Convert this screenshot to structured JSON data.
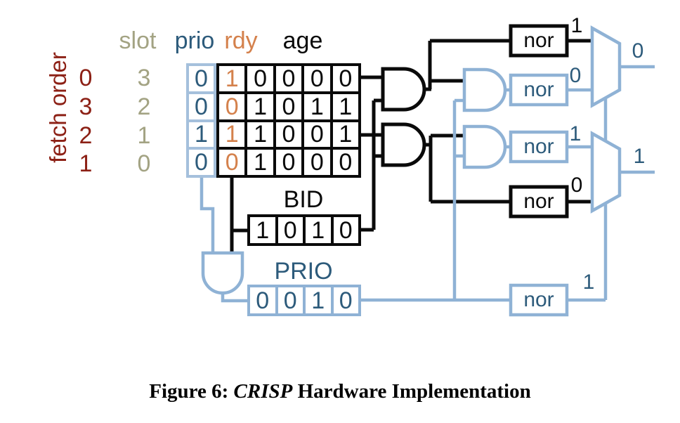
{
  "figure": {
    "fetch_order_label": "fetch order",
    "headers": {
      "slot": "slot",
      "prio": "prio",
      "rdy": "rdy",
      "age": "age"
    },
    "rows": [
      {
        "fetch_order": "0",
        "slot": "3",
        "prio": "0",
        "rdy": "1",
        "age": [
          "0",
          "0",
          "0",
          "0"
        ]
      },
      {
        "fetch_order": "3",
        "slot": "2",
        "prio": "0",
        "rdy": "0",
        "age": [
          "1",
          "0",
          "1",
          "1"
        ]
      },
      {
        "fetch_order": "2",
        "slot": "1",
        "prio": "1",
        "rdy": "1",
        "age": [
          "1",
          "0",
          "0",
          "1"
        ]
      },
      {
        "fetch_order": "1",
        "slot": "0",
        "prio": "0",
        "rdy": "0",
        "age": [
          "1",
          "0",
          "0",
          "0"
        ]
      }
    ],
    "bid": {
      "label": "BID",
      "bits": [
        "1",
        "0",
        "1",
        "0"
      ]
    },
    "prio_reg": {
      "label": "PRIO",
      "bits": [
        "0",
        "0",
        "1",
        "0"
      ]
    },
    "nors": [
      {
        "label": "nor",
        "output": "1",
        "color": "black"
      },
      {
        "label": "nor",
        "output": "0",
        "color": "blue"
      },
      {
        "label": "nor",
        "output": "1",
        "color": "blue"
      },
      {
        "label": "nor",
        "output": "0",
        "color": "black"
      },
      {
        "label": "nor",
        "output": "1",
        "color": "blue"
      }
    ],
    "mux": {
      "top_output": "0",
      "bottom_output": "1"
    },
    "colors": {
      "dark_red": "#8c2015",
      "olive": "#a3a383",
      "navy": "#2d5b7b",
      "light_blue": "#8fb2d5",
      "orange": "#d4814c",
      "black": "#0a0a0a"
    }
  },
  "caption": {
    "prefix": "Figure 6: ",
    "emph": "CRISP",
    "suffix": " Hardware Implementation"
  }
}
